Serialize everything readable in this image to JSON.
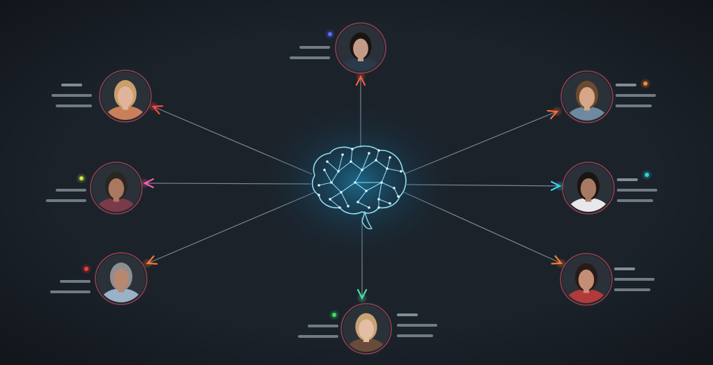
{
  "colors": {
    "background": "#1b222a",
    "brain": "#7fd6f2",
    "glow": "#1e9fd6",
    "connector": "#9aa8b3",
    "ring": "#b54a5a"
  },
  "hub": {
    "icon": "brain-icon"
  },
  "profiles": [
    {
      "id": "top",
      "portrait": "portrait-icon",
      "dot_color": "#5a6cff",
      "arrow_color": "#ff5a3c",
      "label_lines": 2,
      "label_side": "left",
      "highlight_color": ""
    },
    {
      "id": "upper-left",
      "portrait": "portrait-icon",
      "dot_color": "",
      "arrow_color": "#ff4a3a",
      "label_lines": 3,
      "label_side": "left",
      "highlight_color": "#ff3b30"
    },
    {
      "id": "mid-left",
      "portrait": "portrait-icon",
      "dot_color": "#cbe24a",
      "arrow_color": "#ff5fb0",
      "label_lines": 2,
      "label_side": "left",
      "highlight_color": ""
    },
    {
      "id": "lower-left",
      "portrait": "portrait-icon",
      "dot_color": "#ff3b3b",
      "arrow_color": "#ff7a2a",
      "label_lines": 2,
      "label_side": "left",
      "highlight_color": ""
    },
    {
      "id": "bottom",
      "portrait": "portrait-icon",
      "dot_color": "#3adf6a",
      "arrow_color": "#4ae0a0",
      "label_lines": 2,
      "label_side": "both",
      "highlight_color": "#3adf6a"
    },
    {
      "id": "upper-right",
      "portrait": "portrait-icon",
      "dot_color": "#ff8a2a",
      "arrow_color": "#ff6a3a",
      "label_lines": 3,
      "label_side": "right",
      "highlight_color": "#ff7a2a"
    },
    {
      "id": "mid-right",
      "portrait": "portrait-icon",
      "dot_color": "#2ad6e0",
      "arrow_color": "#3ad0f0",
      "label_lines": 3,
      "label_side": "right",
      "highlight_color": "#2ad6e0"
    },
    {
      "id": "lower-right",
      "portrait": "portrait-icon",
      "dot_color": "",
      "arrow_color": "#ff7a2a",
      "label_lines": 3,
      "label_side": "right",
      "highlight_color": "#ff4a3a"
    }
  ]
}
